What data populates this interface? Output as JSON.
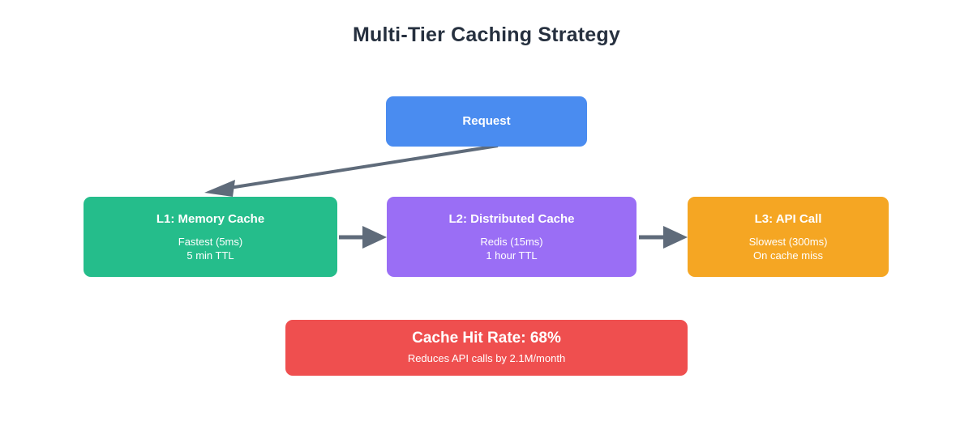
{
  "diagram": {
    "title": "Multi-Tier Caching Strategy",
    "background": "#ffffff",
    "title_color": "#26303f",
    "edge_color": "#5f6b7a"
  },
  "nodes": {
    "request": {
      "title": "Request",
      "color": "#4a8cf0",
      "text_color": "#ffffff"
    },
    "l1": {
      "title": "L1: Memory Cache",
      "sub1": "Fastest (5ms)",
      "sub2": "5 min TTL",
      "color": "#25bd8b",
      "text_color": "#ffffff"
    },
    "l2": {
      "title": "L2: Distributed Cache",
      "sub1": "Redis (15ms)",
      "sub2": "1 hour TTL",
      "color": "#9a6ef5",
      "text_color": "#ffffff"
    },
    "l3": {
      "title": "L3: API Call",
      "sub1": "Slowest (300ms)",
      "sub2": "On cache miss",
      "color": "#f5a623",
      "text_color": "#ffffff"
    },
    "summary": {
      "title": "Cache Hit Rate: 68%",
      "sub1": "Reduces API calls by 2.1M/month",
      "color": "#ef4f4f",
      "text_color": "#ffffff"
    }
  },
  "edges": [
    {
      "name": "request-to-l1",
      "from": "request",
      "to": "l1",
      "style": "diagonal-arrow"
    },
    {
      "name": "l1-to-l2",
      "from": "l1",
      "to": "l2",
      "style": "horizontal-arrow"
    },
    {
      "name": "l2-to-l3",
      "from": "l2",
      "to": "l3",
      "style": "horizontal-arrow"
    }
  ]
}
